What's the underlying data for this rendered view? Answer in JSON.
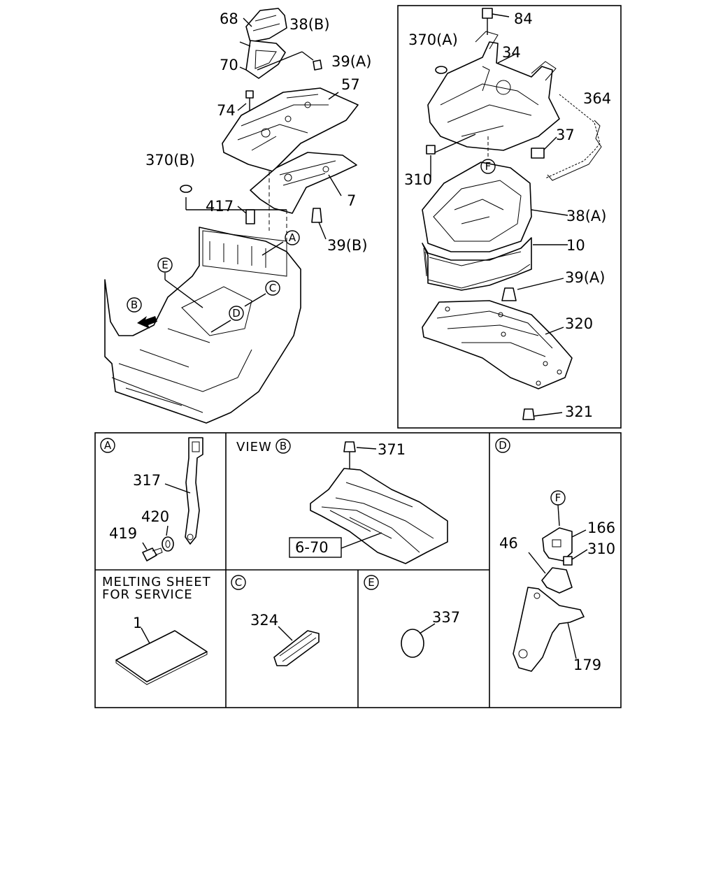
{
  "diagram_title": "",
  "main_labels": {
    "p68": "68",
    "p38b": "38(B)",
    "p70": "70",
    "p39a_top": "39(A)",
    "p57": "57",
    "p74": "74",
    "p370b": "370(B)",
    "p7": "7",
    "p417": "417",
    "p39b": "39(B)"
  },
  "callouts": {
    "A": "A",
    "B": "B",
    "C": "C",
    "D": "D",
    "E": "E",
    "F": "F"
  },
  "tank_labels": {
    "p84": "84",
    "p370a": "370(A)",
    "p34": "34",
    "p364": "364",
    "p37": "37",
    "p310": "310",
    "p38a": "38(A)",
    "p10": "10",
    "p39a": "39(A)",
    "p320": "320",
    "p321": "321"
  },
  "detail_a": {
    "p317": "317",
    "p420": "420",
    "p419": "419"
  },
  "view_b": {
    "title": "VIEW",
    "p371": "371",
    "ref": "6-70"
  },
  "detail_d": {
    "p166": "166",
    "p46": "46",
    "p310": "310",
    "p179": "179"
  },
  "melting_sheet": {
    "line1": "MELTING SHEET",
    "line2": "FOR SERVICE",
    "p1": "1"
  },
  "detail_c": {
    "p324": "324"
  },
  "detail_e": {
    "p337": "337"
  }
}
